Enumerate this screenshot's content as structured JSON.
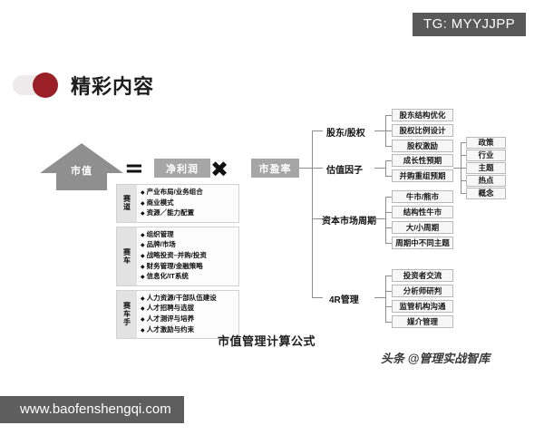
{
  "top_tag": {
    "label": "TG: MYYJJPP"
  },
  "header": {
    "title": "精彩内容",
    "toggle_state": "on",
    "accent_color": "#9b1f27"
  },
  "formula": {
    "result": "市值",
    "equals": "=",
    "times": "✖",
    "factor_a": "净利润",
    "factor_b": "市盈率",
    "caption": "市值管理计算公式"
  },
  "matrix": {
    "rows": [
      {
        "key": "赛道",
        "items": [
          "产业布局/业务组合",
          "商业模式",
          "资源／能力配置"
        ]
      },
      {
        "key": "赛车",
        "items": [
          "组织管理",
          "品牌/市场",
          "战略投资–并购/投资",
          "财务管理/金融策略",
          "信息化/IT系统"
        ]
      },
      {
        "key": "赛车手",
        "items": [
          "人力资源/干部队伍建设",
          "人才招聘与选拔",
          "人才测评与培养",
          "人才激励与约束"
        ]
      }
    ]
  },
  "tree": {
    "branches": [
      {
        "label": "股东/股权",
        "children": [
          {
            "label": "股东结构优化"
          },
          {
            "label": "股权比例设计"
          },
          {
            "label": "股权激励"
          }
        ]
      },
      {
        "label": "估值因子",
        "children": [
          {
            "label": "成长性预期"
          },
          {
            "label": "并购重组预期"
          }
        ],
        "sub_children": [
          {
            "label": "政策"
          },
          {
            "label": "行业"
          },
          {
            "label": "主题"
          },
          {
            "label": "热点"
          },
          {
            "label": "概念"
          }
        ]
      },
      {
        "label": "资本市场周期",
        "children": [
          {
            "label": "牛市/熊市"
          },
          {
            "label": "结构性牛市"
          },
          {
            "label": "大/小周期"
          },
          {
            "label": "周期中不同主题"
          }
        ]
      },
      {
        "label": "4R管理",
        "children": [
          {
            "label": "投资者交流"
          },
          {
            "label": "分析师研判"
          },
          {
            "label": "监管机构沟通"
          },
          {
            "label": "媒介管理"
          }
        ]
      }
    ]
  },
  "watermark": {
    "label": "头条 @管理实战智库"
  },
  "url_bar": {
    "label": "www.baofenshengqi.com"
  }
}
